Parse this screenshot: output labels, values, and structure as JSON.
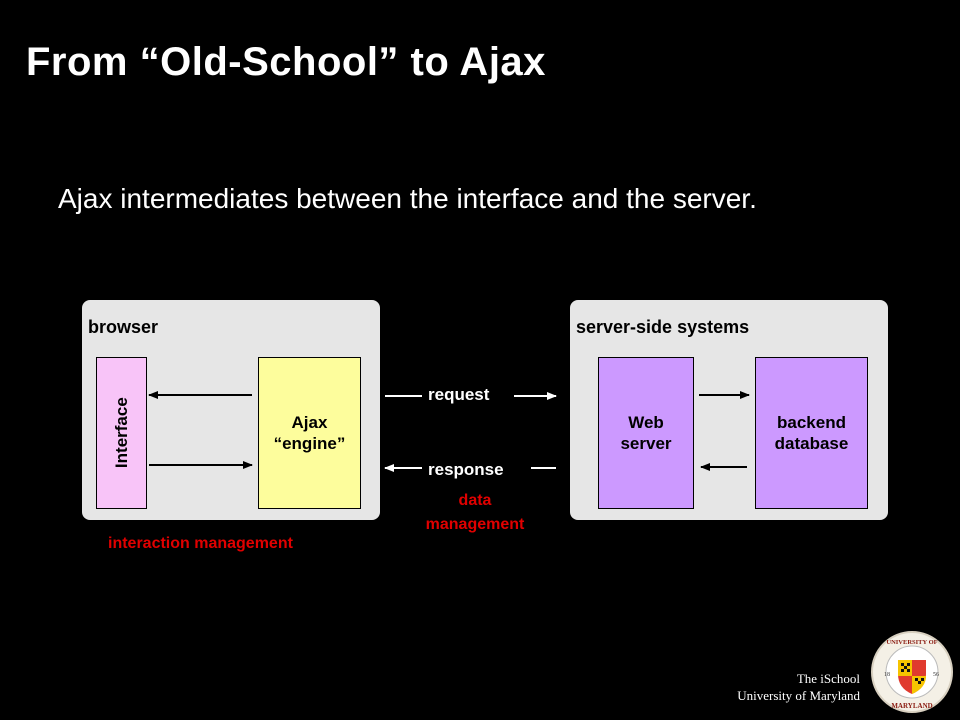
{
  "slide": {
    "title": "From “Old-School” to Ajax",
    "subtitle": "Ajax intermediates between the interface and the server."
  },
  "browser": {
    "label": "browser",
    "interface_label": "Interface",
    "engine_line1": "Ajax",
    "engine_line2": "“engine”",
    "caption": "interaction management"
  },
  "server": {
    "label": "server-side systems",
    "web_line1": "Web",
    "web_line2": "server",
    "db_line1": "backend",
    "db_line2": "database"
  },
  "flows": {
    "request": "request",
    "response": "response",
    "data_line1": "data",
    "data_line2": "management"
  },
  "footer": {
    "line1": "The iSchool",
    "line2": "University of Maryland",
    "seal_text": "UNIVERSITY OF MARYLAND 1856"
  },
  "colors": {
    "background": "#000000",
    "panel": "#e6e6e6",
    "interface": "#f8c4f8",
    "engine": "#fdfd9c",
    "server_boxes": "#cc99ff",
    "accent_red": "#e00000"
  }
}
